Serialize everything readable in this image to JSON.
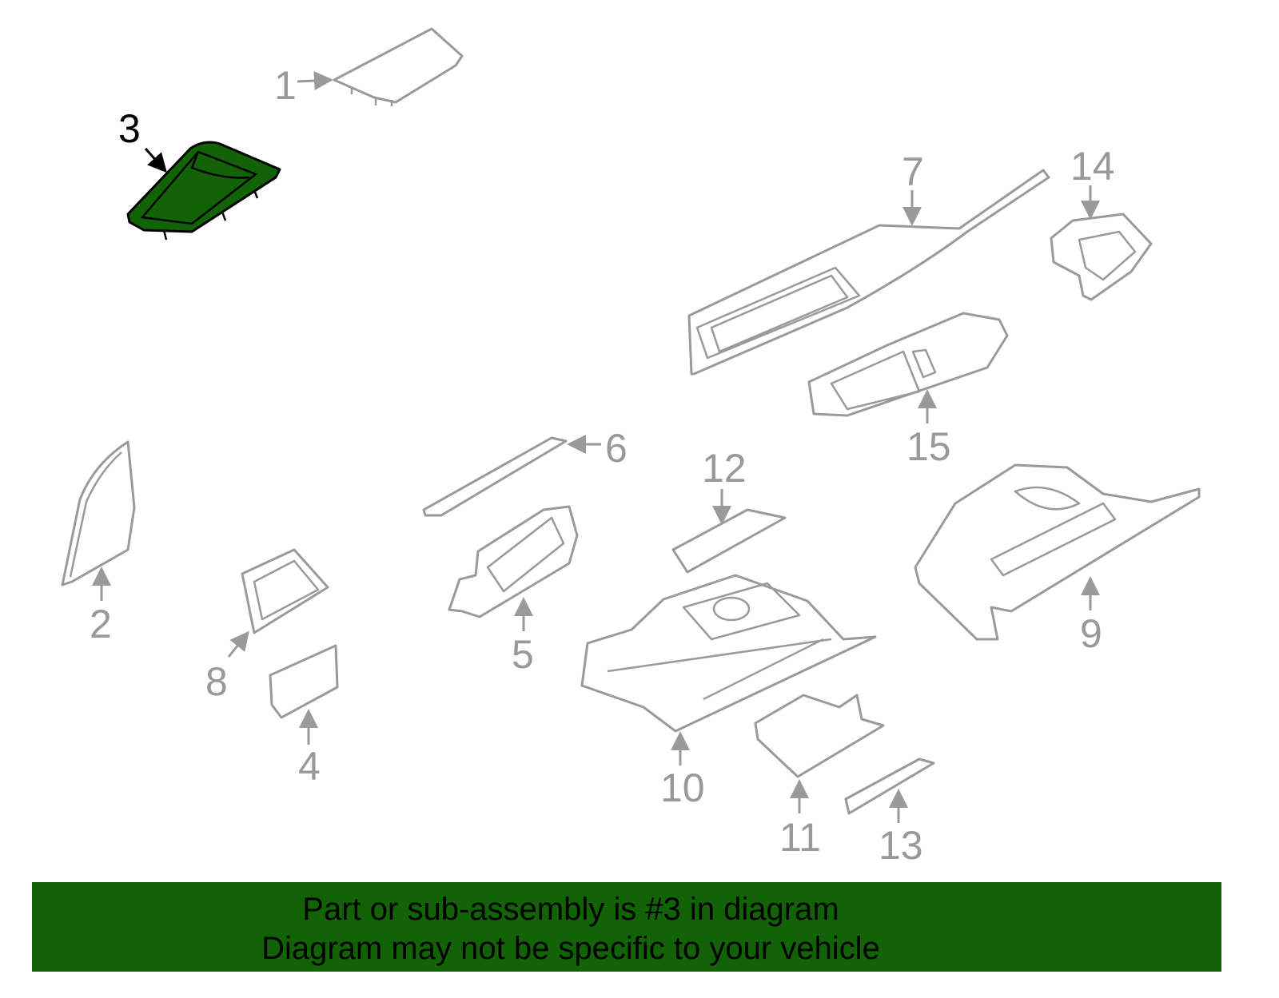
{
  "diagram": {
    "highlighted_part": "3",
    "highlight_color": "#126305",
    "callouts": [
      "1",
      "2",
      "3",
      "4",
      "5",
      "6",
      "7",
      "8",
      "9",
      "10",
      "11",
      "12",
      "13",
      "14",
      "15"
    ]
  },
  "banner": {
    "line1": "Part or sub-assembly is #3 in diagram",
    "line2": "Diagram may not be specific to your vehicle"
  }
}
